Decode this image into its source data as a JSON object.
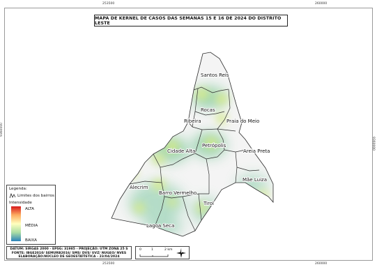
{
  "map": {
    "title": "MAPA DE KERNEL DE CASOS DAS SEMANAS 15 E 16 DE 2024 DO DISTRITO LESTE",
    "grid": {
      "top_x1": "253500",
      "top_x2": "260000",
      "left_y": "9360000",
      "right_y": "9360000",
      "bottom_x1": "253500",
      "bottom_x2": "260000"
    },
    "neighborhoods": [
      {
        "name": "Santos Reis"
      },
      {
        "name": "Rocas"
      },
      {
        "name": "Praia do Meio"
      },
      {
        "name": "Ribeira"
      },
      {
        "name": "Petrópolis"
      },
      {
        "name": "Areia Preta"
      },
      {
        "name": "Cidade Alta"
      },
      {
        "name": "Mãe Luiza"
      },
      {
        "name": "Alecrim"
      },
      {
        "name": "Barro Vermelho"
      },
      {
        "name": "Tirol"
      },
      {
        "name": "Lagoa Seca"
      }
    ]
  },
  "legend": {
    "title": "Legenda:",
    "boundary_label": "Limites dos bairros",
    "intensity_title": "Intensidade",
    "high": "ALTA",
    "mid": "MÉDIA",
    "low": "BAIXA",
    "colors": {
      "high": "#d7191c",
      "mid": "#ffffbf",
      "low": "#2b83ba"
    }
  },
  "datum": {
    "line1": "DATUM: SIRGAS 2000 - EPSG: 31985 - PROJEÇÃO: UTM ZONA 25 S",
    "line2": "FONTE: IBGE2010/ SEMURB2016/ SMS/ DVS/ UVZ/ NUGEO/ NVES",
    "line3": "ELABORAÇÃO:NÚCLEO DE GEOESTATÍSTICA - 23/04/2024"
  },
  "scalebar": {
    "label_0": "0",
    "label_1": "1",
    "label_2": "2 km"
  },
  "north_arrow": {
    "icon": "north-arrow-icon"
  }
}
